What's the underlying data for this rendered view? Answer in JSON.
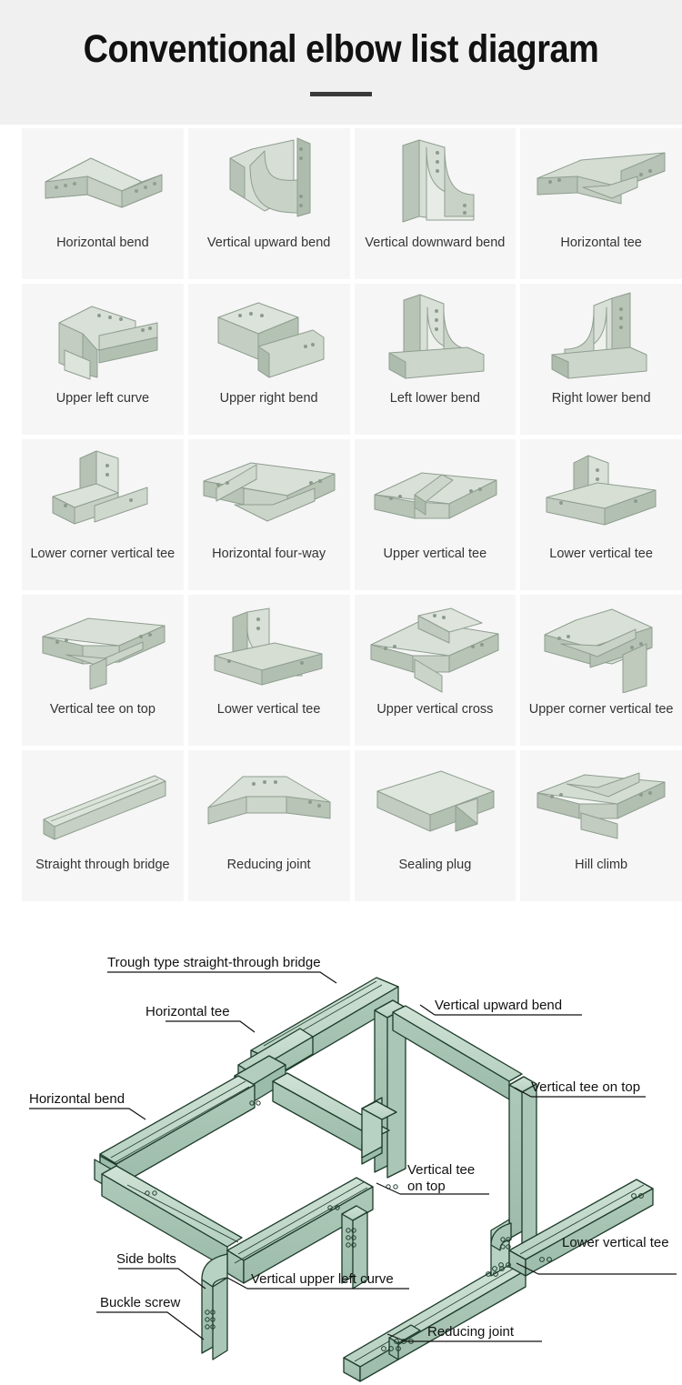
{
  "header": {
    "title": "Conventional elbow list diagram",
    "rule": "divider"
  },
  "grid": {
    "rows": 5,
    "columns": 4,
    "items": [
      {
        "label": "Horizontal bend",
        "icon": "horizontal-bend-photo"
      },
      {
        "label": "Vertical upward bend",
        "icon": "vertical-upward-bend-photo"
      },
      {
        "label": "Vertical downward bend",
        "icon": "vertical-downward-bend-photo"
      },
      {
        "label": "Horizontal tee",
        "icon": "horizontal-tee-photo"
      },
      {
        "label": "Upper left curve",
        "icon": "upper-left-curve-photo"
      },
      {
        "label": "Upper right bend",
        "icon": "upper-right-bend-photo"
      },
      {
        "label": "Left lower bend",
        "icon": "left-lower-bend-photo"
      },
      {
        "label": "Right lower bend",
        "icon": "right-lower-bend-photo"
      },
      {
        "label": "Lower corner vertical tee",
        "icon": "lower-corner-vertical-tee-photo"
      },
      {
        "label": "Horizontal four-way",
        "icon": "horizontal-four-way-photo"
      },
      {
        "label": "Upper vertical tee",
        "icon": "upper-vertical-tee-photo"
      },
      {
        "label": "Lower vertical tee",
        "icon": "lower-vertical-tee-photo"
      },
      {
        "label": "Vertical tee on top",
        "icon": "vertical-tee-on-top-photo"
      },
      {
        "label": "Lower vertical tee",
        "icon": "lower-vertical-tee-2-photo"
      },
      {
        "label": "Upper vertical cross",
        "icon": "upper-vertical-cross-photo"
      },
      {
        "label": "Upper corner vertical tee",
        "icon": "upper-corner-vertical-tee-photo"
      },
      {
        "label": "Straight through bridge",
        "icon": "straight-through-bridge-photo"
      },
      {
        "label": "Reducing joint",
        "icon": "reducing-joint-photo"
      },
      {
        "label": "Sealing plug",
        "icon": "sealing-plug-photo"
      },
      {
        "label": "Hill climb",
        "icon": "hill-climb-photo"
      }
    ]
  },
  "diagram": {
    "callouts": [
      {
        "id": "trough-type-straight-through-bridge",
        "label": "Trough type straight-through bridge"
      },
      {
        "id": "vertical-upward-bend",
        "label": "Vertical upward bend"
      },
      {
        "id": "horizontal-tee",
        "label": "Horizontal tee"
      },
      {
        "id": "horizontal-bend",
        "label": "Horizontal bend"
      },
      {
        "id": "vertical-tee-on-top",
        "label": "Vertical tee on top"
      },
      {
        "id": "vertical-tee-on-top-2a",
        "label": "Vertical tee"
      },
      {
        "id": "vertical-tee-on-top-2b",
        "label": "on top"
      },
      {
        "id": "lower-vertical-tee",
        "label": "Lower vertical tee"
      },
      {
        "id": "side-bolts",
        "label": "Side bolts"
      },
      {
        "id": "vertical-upper-left-curve",
        "label": "Vertical upper left curve"
      },
      {
        "id": "buckle-screw",
        "label": "Buckle screw"
      },
      {
        "id": "reducing-joint",
        "label": "Reducing joint"
      }
    ]
  },
  "colors": {
    "header_bg": "#f0f0f0",
    "page_bg": "#ffffff",
    "cell_bg": "#f6f6f6",
    "label_text": "#343434",
    "title_text": "#111111",
    "rule": "#3a3a3a",
    "metal_light": "#dfe6df",
    "metal_mid": "#c3cfc2",
    "metal_dark": "#a3b3a4",
    "diagram_fill": "#bfd6c8",
    "diagram_fill_dark": "#a6c4b2",
    "diagram_stroke": "#1d3b2b"
  }
}
